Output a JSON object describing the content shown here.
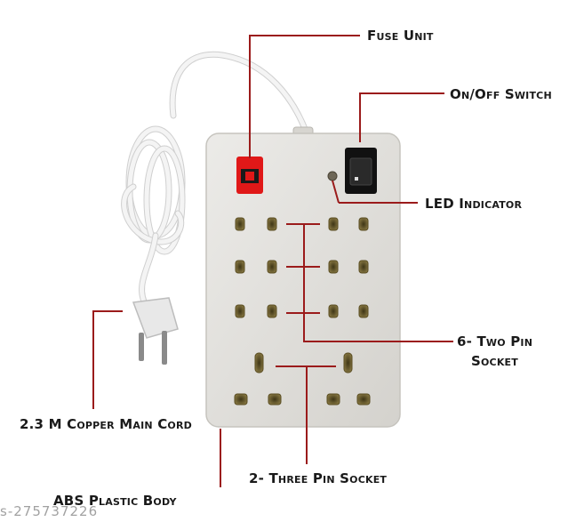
{
  "labels": {
    "fuse_unit": "Fuse Unit",
    "on_off_switch": "On/Off Switch",
    "led_indicator": "LED Indicator",
    "two_pin_line1": "6- Two Pin",
    "two_pin_line2": "Socket",
    "copper_cord": "2.3 M Copper Main Cord",
    "three_pin_socket": "2- Three Pin Socket",
    "body": "ABS Plastic Body"
  },
  "watermark": "s-275737226",
  "colors": {
    "pointer_line": "#9b1b1b",
    "board": "#e2e0dc",
    "fuse": "#e01818",
    "switch": "#111111",
    "socket_hole": "#7a6a3a",
    "cord": "#f2f2f2"
  }
}
